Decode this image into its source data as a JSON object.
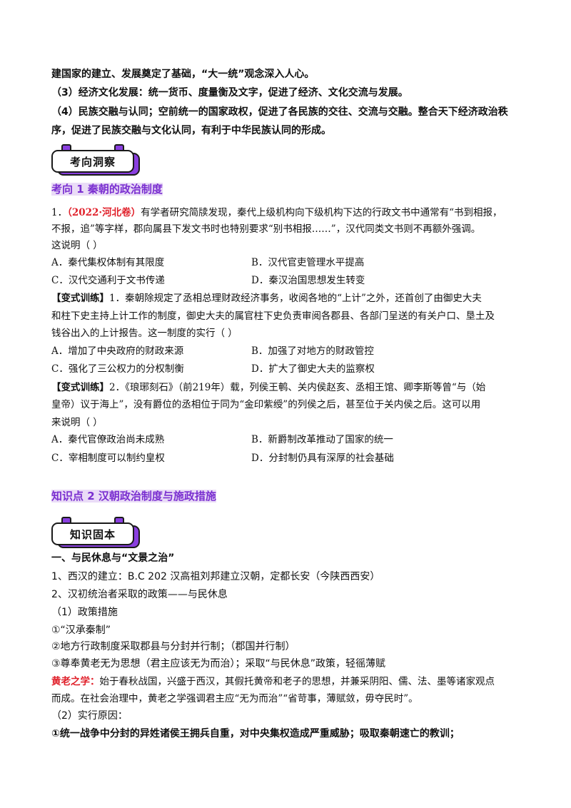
{
  "intro": {
    "l1": "建国家的建立、发展奠定了基础，“大一统”观念深入人心。",
    "l2": "（3）经济文化发展：统一货币、度量衡及文字，促进了经济、文化交流与发展。",
    "l3": "（4）民族交融与认同；空前统一的国家政权，促进了各民族的交往、交流与交融。整合天下经济政治秩",
    "l4": "序，促进了民族交融与文化认同，有利于中华民族认同的形成。"
  },
  "badge1": "考向洞察",
  "topic1": "考向 1  秦朝的政治制度",
  "q1": {
    "num": "1．",
    "source": "（2022·河北卷）",
    "l1": "有学者研究简牍发现，秦代上级机构向下级机构下达的行政文书中通常有“书到相报，",
    "l2": "不报，追”等字样，郡向属县下发文书时也特别要求“别书相报……”，汉代同类文书则不再额外强调。",
    "l3": "这说明（          ）",
    "a": "A．秦代集权体制有其限度",
    "b": "B．汉代官吏管理水平提高",
    "c": "C．汉代交通利于文书传递",
    "d": "D．秦汉治国思想发生转变"
  },
  "v1": {
    "tag": "【变式训练】",
    "l1": "1．秦朝除规定了丞相总理财政经济事务，收阅各地的“上计”之外，还首创了由御史大夫",
    "l2": "和柱下史主持上计工作的制度，御史大夫的属官柱下史负责审阅各郡县、各部门呈送的有关户口、垦土及",
    "l3": "钱谷出入的上计报告。这一制度的实行（          ）",
    "a": "A．增加了中央政府的财政来源",
    "b": "B．加强了对地方的财政管控",
    "c": "C．强化了三公权力的分权制衡",
    "d": "D．扩大了御史大夫的监察权"
  },
  "v2": {
    "tag": "【变式训练】",
    "l1": "2．《琅琊刻石》（前219年）载，列侯王鹌、关内侯赵亥、丞相王馆、卿李斯等曾“与（始",
    "l2": "皇帝）议于海上”，没有爵位的丞相位于同为“金印紫绶”的列侯之后，甚至位于关内侯之后。这可以用",
    "l3": "来说明（          ）",
    "a": "A．秦代官僚政治尚未成熟",
    "b": "B．新爵制改革推动了国家的统一",
    "c": "C．宰相制度可以制约皇权",
    "d": "D．分封制仍具有深厚的社会基础"
  },
  "section2": "知识点 2    汉朝政治制度与施政措施",
  "badge2": "知识固本",
  "s1": {
    "h": "一、与民休息与“文景之治”",
    "l1": "1、西汉的建立：B.C 202 汉高祖刘邦建立汉朝，定都长安（今陕西西安）",
    "l2": "2、汉初统治者采取的政策——与民休息",
    "l3": "（1）政策措施",
    "l4": "①“汉承秦制”",
    "l5": "②地方行政制度采取郡县与分封并行制；（郡国并行制）",
    "l6": "③尊奉黄老无为思想（君主应该无为而治）；采取“与民休息”政策，轻徭薄赋",
    "hl_tag": "黄老之学：",
    "hl_l1": "始于春秋战国，兴盛于西汉，其假托黄帝和老子的思想，并兼采阴阳、儒、法、墨等诸家观点",
    "hl_l2": "而成。在社会治理中，黄老之学强调君主应“无为而治”“省苛事，薄赋敛，毋夺民时”。",
    "l7": "（2）实行原因：",
    "l8": "①统一战争中分封的异姓诸侯王拥兵自重，对中央集权造成严重威胁；吸取秦朝速亡的教训；"
  }
}
